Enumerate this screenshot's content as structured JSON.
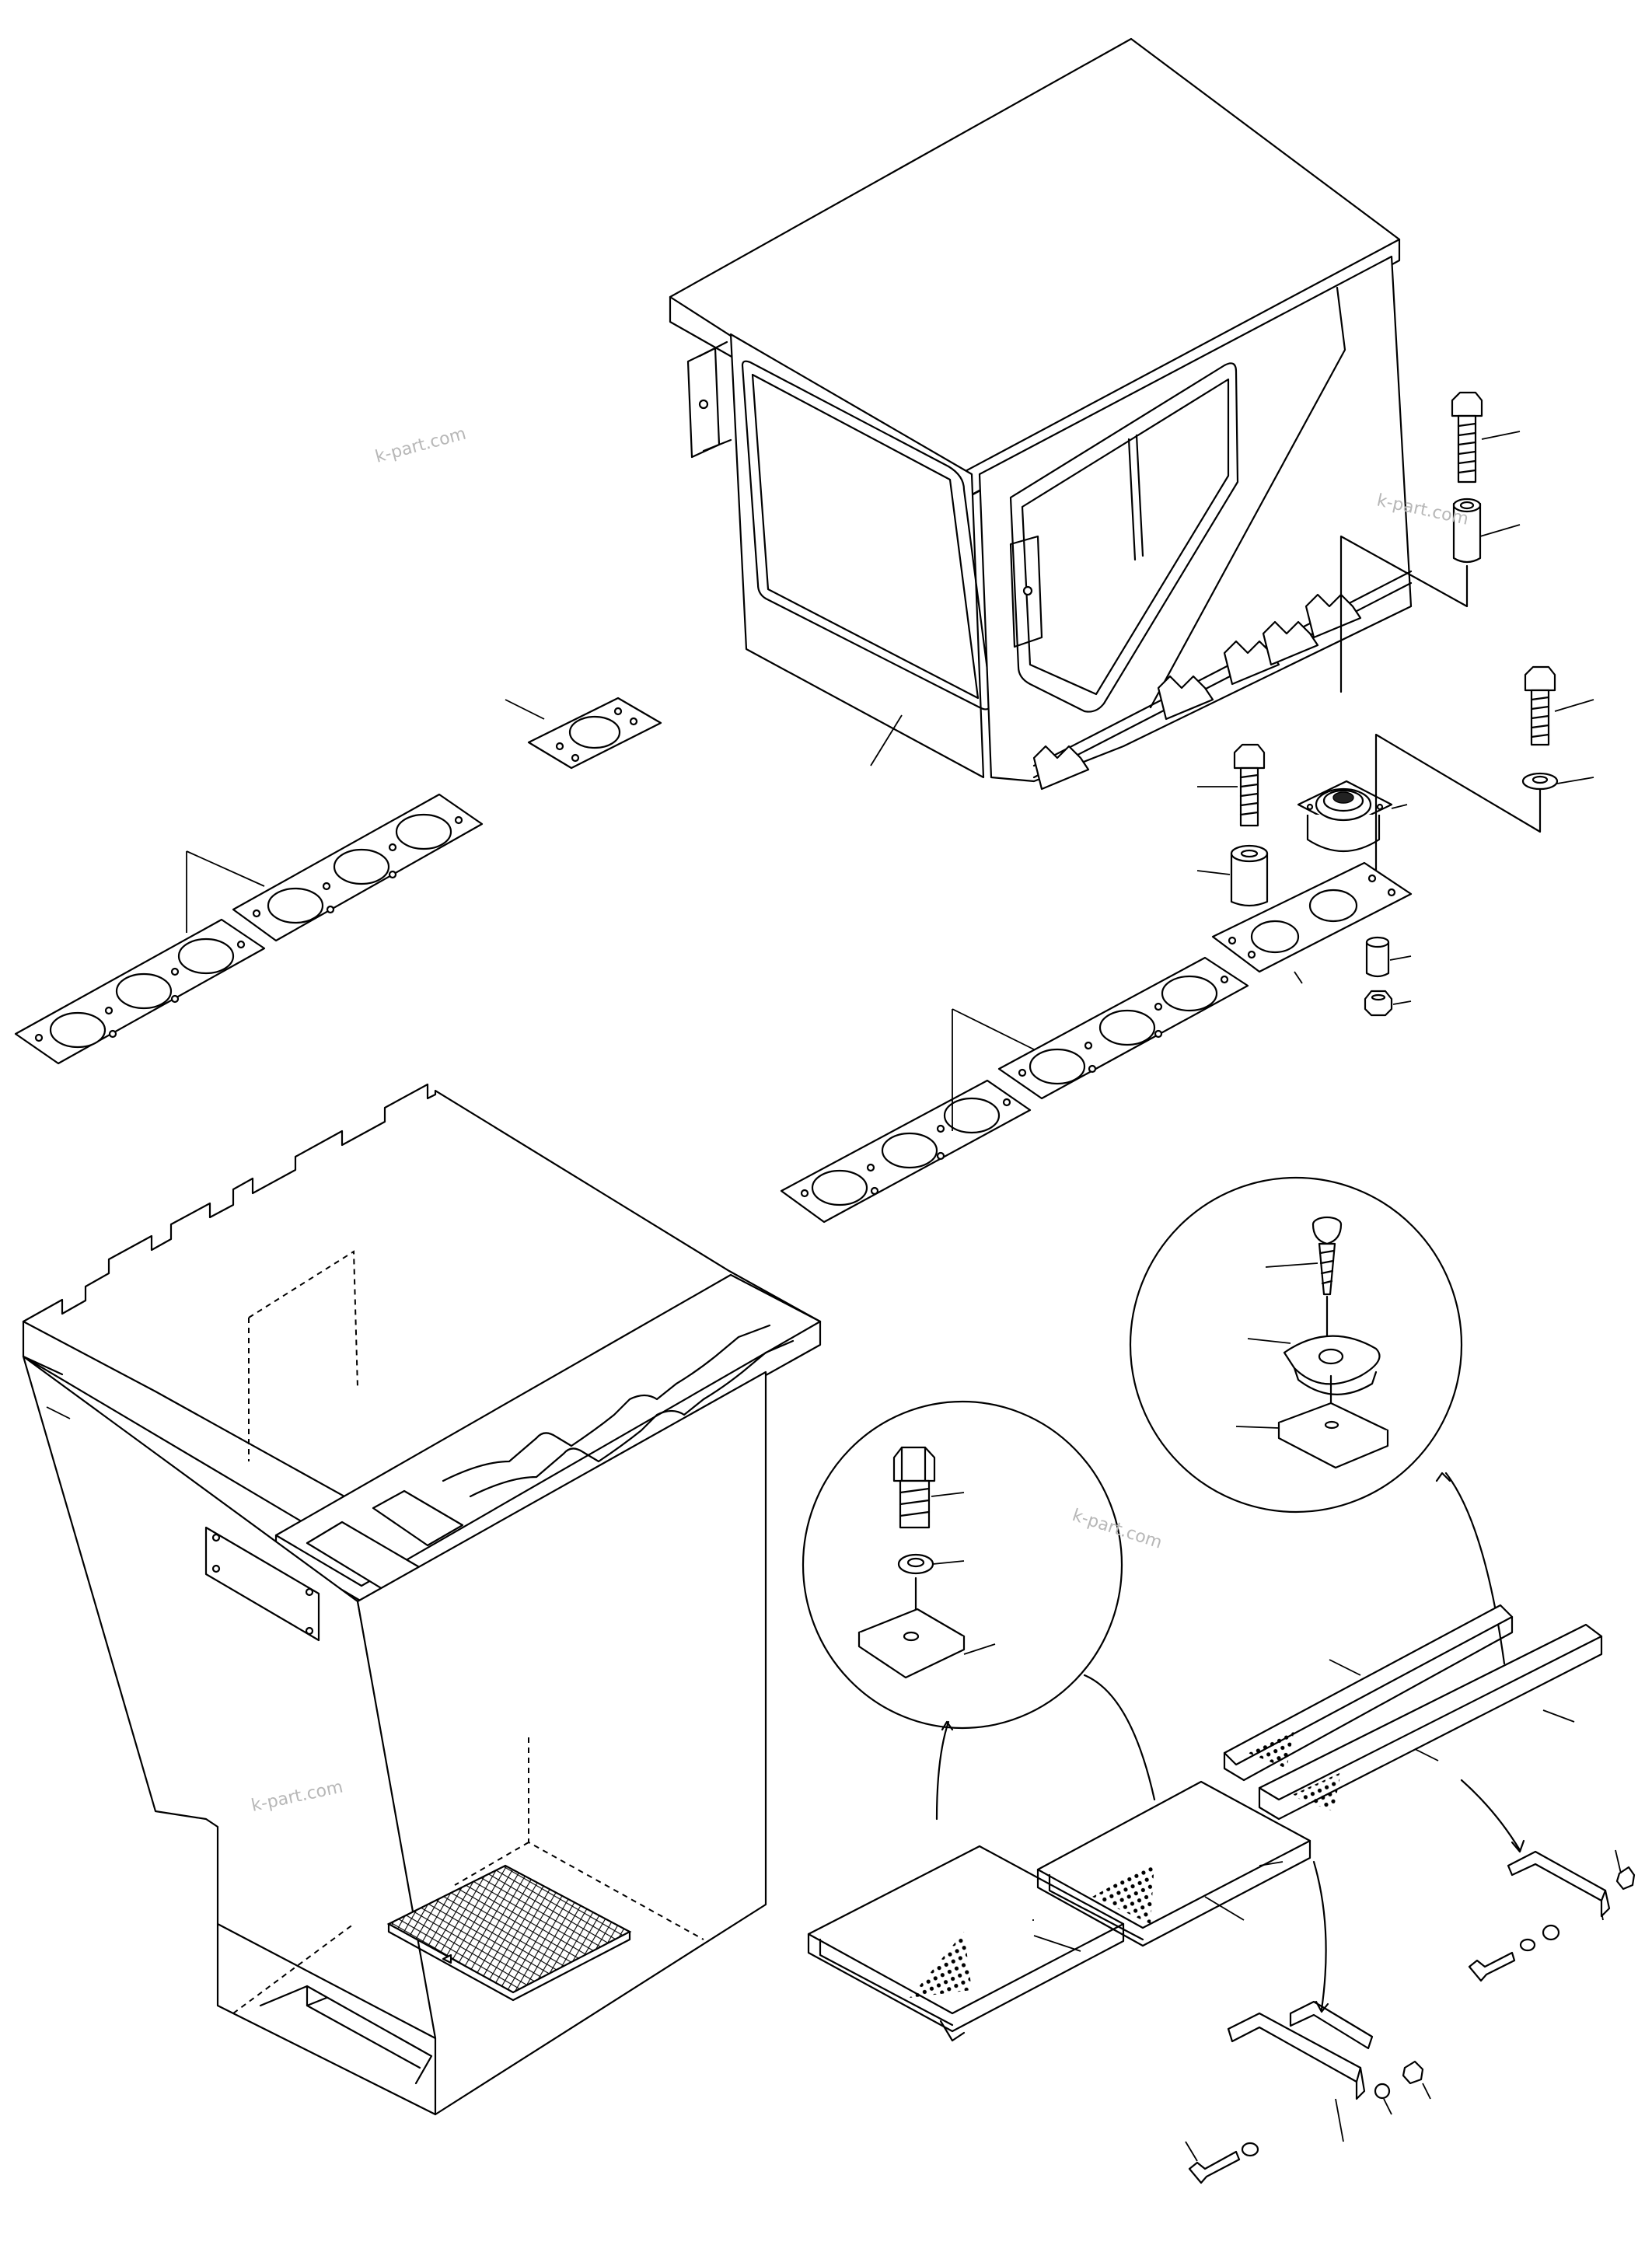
{
  "watermarks": [
    "k-part.com",
    "k-part.com",
    "k-part.com",
    "k-part.com"
  ],
  "colors": {
    "line": "#000000",
    "watermark": "#b7b7b7",
    "background": "#ffffff"
  }
}
